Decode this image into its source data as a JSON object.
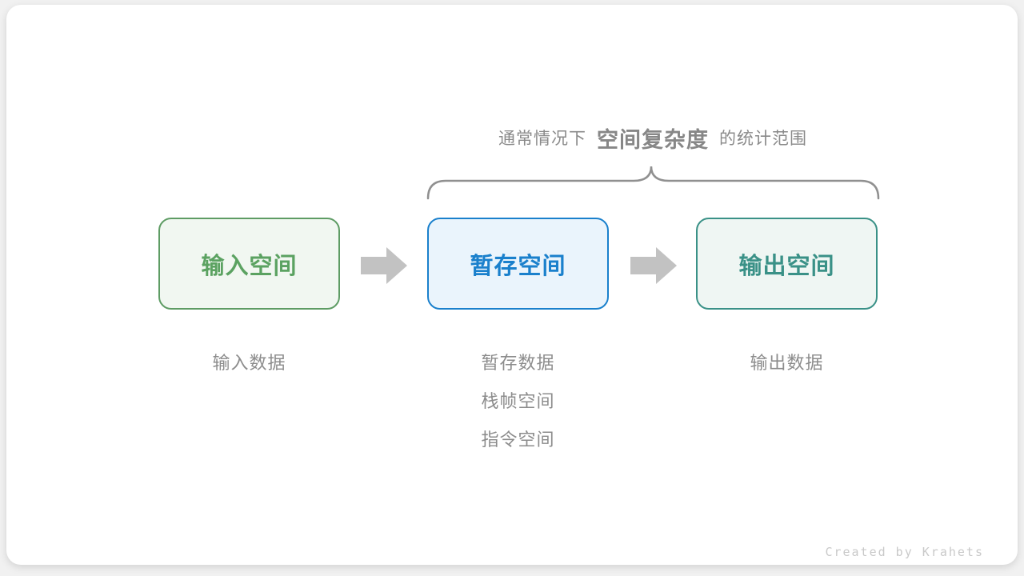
{
  "title": {
    "prefix": "通常情况下",
    "highlight": "空间复杂度",
    "suffix": "的统计范围"
  },
  "boxes": [
    {
      "label": "输入空间",
      "text_color": "#5ba261",
      "border_color": "#5e9c64",
      "bg_color": "#f1f7f1"
    },
    {
      "label": "暂存空间",
      "text_color": "#1a80cc",
      "border_color": "#1a80cc",
      "bg_color": "#eaf4fc"
    },
    {
      "label": "输出空间",
      "text_color": "#3a9187",
      "border_color": "#3a9187",
      "bg_color": "#eff6f3"
    }
  ],
  "sublabels": {
    "input": {
      "0": "输入数据"
    },
    "temp": {
      "0": "暂存数据",
      "1": "栈帧空间",
      "2": "指令空间"
    },
    "output": {
      "0": "输出数据"
    }
  },
  "colors": {
    "brace": "#909090",
    "arrow": "#c2c2c2",
    "title_text": "#8a8a8a",
    "sublabel_text": "#8c8c8c"
  },
  "watermark": "Created by Krahets"
}
